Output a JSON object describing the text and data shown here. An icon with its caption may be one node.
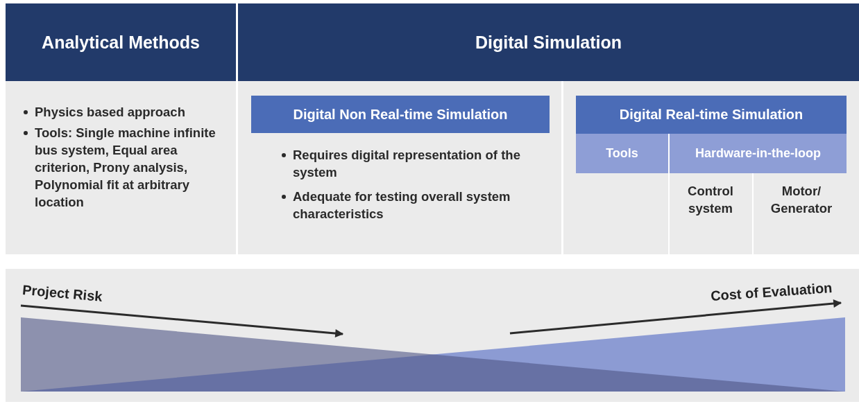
{
  "diagram": {
    "labels": [
      "Analytical Methods",
      "Digital Simulation",
      "Physics based approach",
      "Tools: Single machine infinite bus system, Equal area criterion, Prony analysis, Polynomial fit at arbitrary location",
      "Digital Non Real-time Simulation",
      "Requires digital representation of the system",
      "Adequate for testing overall system characteristics",
      "Digital Real-time Simulation",
      "Tools",
      "Hardware-in-the-loop",
      "Control system",
      "Motor/ Generator",
      "Project Risk",
      "Cost of Evaluation"
    ]
  }
}
